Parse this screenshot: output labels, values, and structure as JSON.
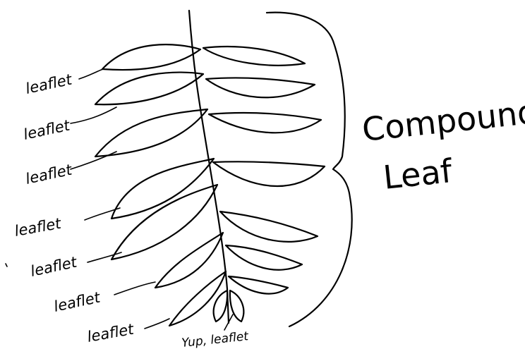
{
  "title": {
    "line1": "Compound",
    "line2": "Leaf"
  },
  "labels": [
    "leaflet",
    "leaflet",
    "leaflet",
    "leaflet",
    "leaflet",
    "leaflet",
    "leaflet"
  ],
  "bottom_label": "Yup, leaflet"
}
